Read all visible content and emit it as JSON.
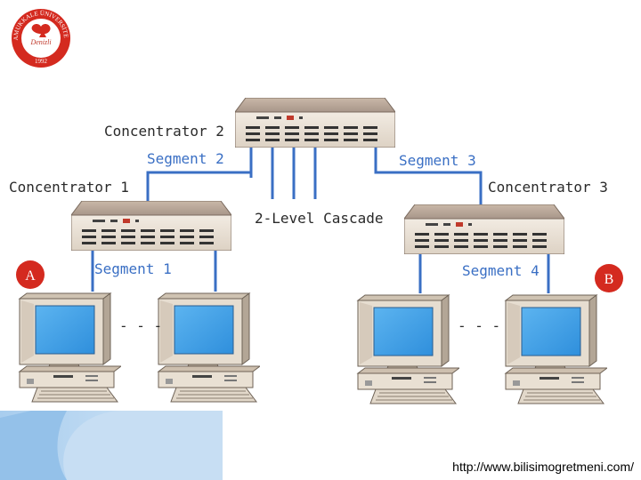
{
  "logo": {
    "arc_text": "PAMUKKALE ÜNİVERSİTESİ",
    "year": "1992",
    "signature": "Denizli"
  },
  "labels": {
    "concentrator_1": "Concentrator 1",
    "concentrator_2": "Concentrator 2",
    "concentrator_3": "Concentrator 3",
    "segment_1": "Segment 1",
    "segment_2": "Segment 2",
    "segment_3": "Segment 3",
    "segment_4": "Segment 4",
    "cascade": "2-Level Cascade"
  },
  "badges": {
    "a": "A",
    "b": "B"
  },
  "dashes": {
    "left": "- - -",
    "right": "- - -"
  },
  "footer": {
    "url": "http://www.bilisimogretmeni.com/"
  },
  "colors": {
    "segment_line": "#3a6fc4",
    "cascade_line": "#555555",
    "badge": "#d42a1f",
    "logo": "#d42a1f",
    "device_body": "#e8dccb",
    "screen": "#3c9ee6",
    "footer_accent": "#b9d6f0"
  }
}
